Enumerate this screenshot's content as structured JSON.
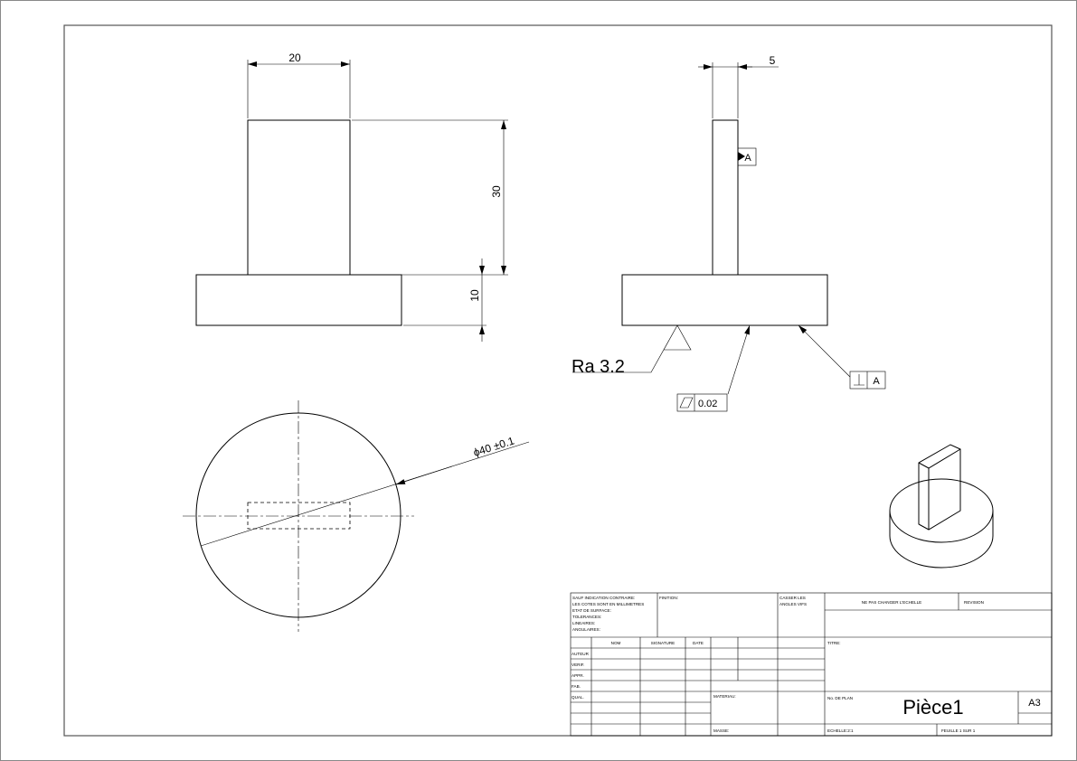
{
  "views": {
    "front": {
      "width_dim": "20",
      "height_dim": "30",
      "base_dim": "10"
    },
    "side": {
      "thickness_dim": "5",
      "datum_label": "A"
    },
    "top": {
      "diameter_dim": "ϕ40 ±0.1"
    }
  },
  "annotations": {
    "roughness": "Ra  3.2",
    "flatness_value": "0.02",
    "perpendicularity_datum": "A"
  },
  "title_block": {
    "notes": [
      "SAUF INDICATION CONTRAIRE:",
      "LES COTES SONT EN MILLIMETRES",
      "ETAT DE SURFACE:",
      "TOLERANCES:",
      "   LINEAIRES:",
      "   ANGULAIRES:"
    ],
    "finish_label": "FINITION:",
    "edges_label_1": "CASSER LES",
    "edges_label_2": "ANGLES VIFS",
    "scale_note": "NE PAS CHANGER L'ECHELLE",
    "revision_label": "REVISION",
    "col_headers": [
      "NOM",
      "SIGNATURE",
      "DATE"
    ],
    "row_labels": [
      "AUTEUR",
      "VERIF.",
      "APPR.",
      "FAB.",
      "QUAL."
    ],
    "title_label": "TITRE:",
    "material_label": "MATERIAU:",
    "mass_label": "MASSE:",
    "drawing_no_label": "No. DE PLAN",
    "part_name": "Pièce1",
    "format": "A3",
    "scale": "ECHELLE:2:1",
    "sheet": "FEUILLE 1 SUR 1"
  }
}
